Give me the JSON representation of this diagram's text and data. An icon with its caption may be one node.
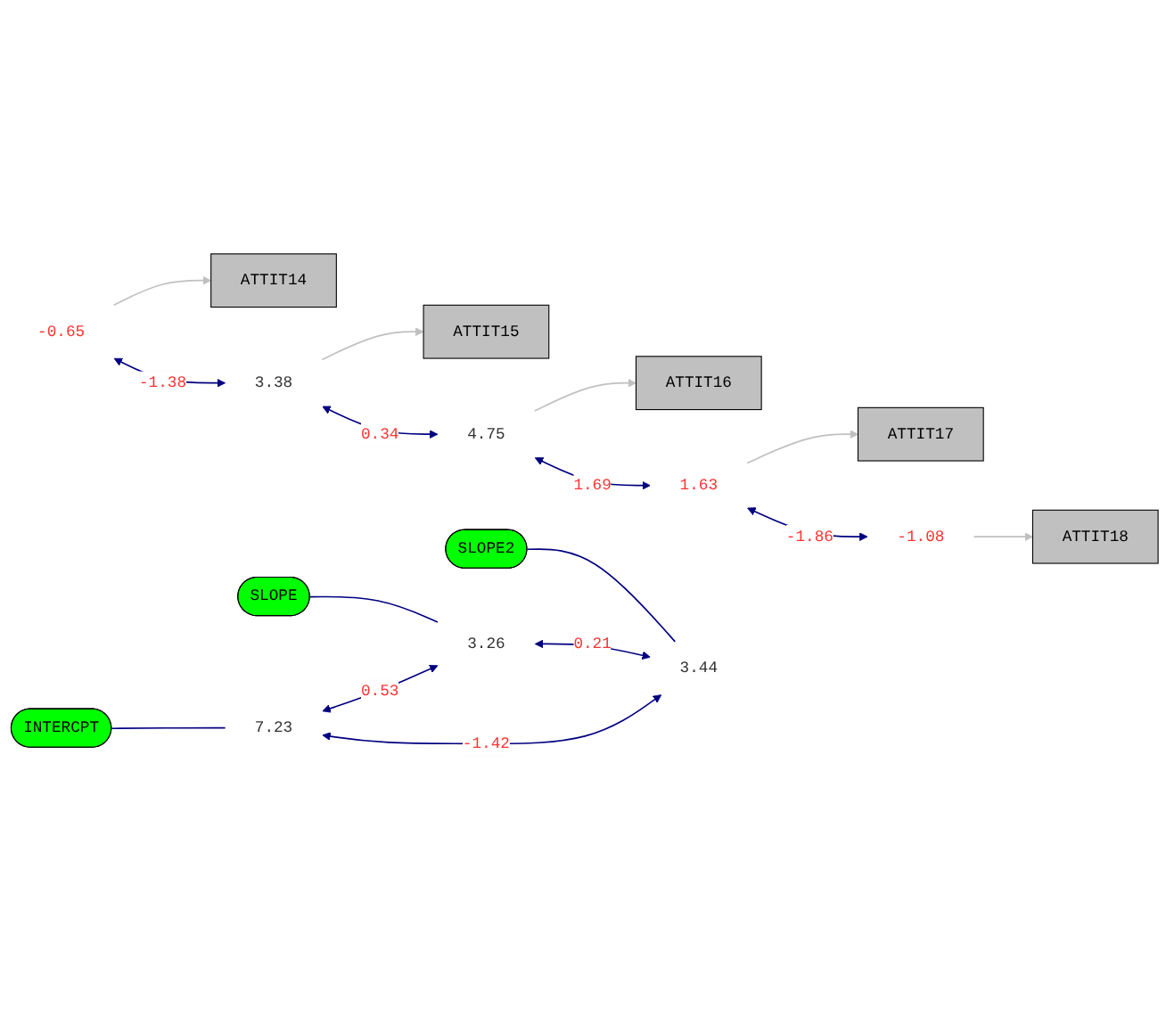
{
  "diagram": {
    "nodes": [
      {
        "text": [
          "-0.65"
        ]
      },
      {
        "text": [
          "ATTIT14"
        ]
      },
      {
        "text": [
          "3.38"
        ]
      },
      {
        "text": [
          "ATTIT15"
        ]
      },
      {
        "text": [
          "4.75"
        ]
      },
      {
        "text": [
          "ATTIT16"
        ]
      },
      {
        "text": [
          "1.63"
        ]
      },
      {
        "text": [
          "ATTIT17"
        ]
      },
      {
        "text": [
          "-1.08"
        ]
      },
      {
        "text": [
          "ATTIT18"
        ]
      },
      {
        "text": [
          "INTERCPT"
        ]
      },
      {
        "text": [
          "7.23"
        ]
      },
      {
        "text": [
          "SLOPE"
        ]
      },
      {
        "text": [
          "3.26"
        ]
      },
      {
        "text": [
          "SLOPE2"
        ]
      },
      {
        "text": [
          "3.44"
        ]
      }
    ],
    "edges": [
      {
        "from": 0,
        "to": 1,
        "arrow": "to",
        "color": "#c0c0c0"
      },
      {
        "from": 2,
        "to": 3,
        "arrow": "to",
        "color": "#c0c0c0"
      },
      {
        "from": 4,
        "to": 5,
        "arrow": "to",
        "color": "#c0c0c0"
      },
      {
        "from": 6,
        "to": 7,
        "arrow": "to",
        "color": "#c0c0c0"
      },
      {
        "from": 8,
        "to": 9,
        "arrow": "to",
        "color": "#c0c0c0"
      },
      {
        "from": 0,
        "to": 2,
        "arrow": "both",
        "label": "-1.38"
      },
      {
        "from": 2,
        "to": 4,
        "arrow": "both",
        "label": "0.34"
      },
      {
        "from": 4,
        "to": 6,
        "arrow": "both",
        "label": "1.69"
      },
      {
        "from": 6,
        "to": 8,
        "arrow": "both",
        "label": "-1.86"
      },
      {
        "from": 10,
        "to": 11,
        "arrow": "none"
      },
      {
        "from": 12,
        "to": 13,
        "arrow": "none"
      },
      {
        "from": 14,
        "to": 15,
        "arrow": "none"
      },
      {
        "from": 11,
        "to": 13,
        "arrow": "both",
        "label": "0.53"
      },
      {
        "from": 13,
        "to": 15,
        "arrow": "both",
        "label": "0.21"
      },
      {
        "from": 11,
        "to": 15,
        "arrow": "both",
        "label": "-1.42"
      }
    ]
  }
}
